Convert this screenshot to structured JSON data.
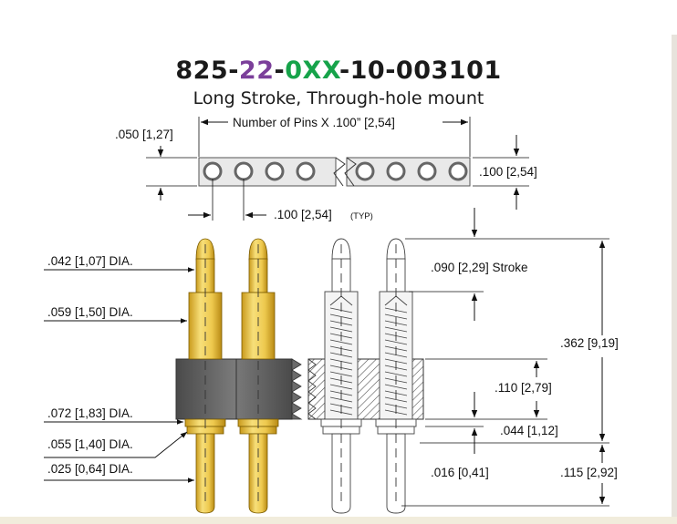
{
  "title": {
    "seg1": "825-",
    "seg2": "22",
    "seg3": "-",
    "seg4": "0XX",
    "seg5": "-10-003101",
    "seg2_color": "#7b3f9a",
    "seg4_color": "#16a34a",
    "subtitle": "Long Stroke, Through-hole mount"
  },
  "top_view": {
    "pin_spacing_label": "Number of Pins X .100” [2,54]",
    "edge_label": ".050 [1,27]",
    "height_label": ".100 [2,54]",
    "pitch_label": ".100 [2,54]",
    "pitch_typ": "(TYP)"
  },
  "side_view": {
    "tip_dia": ".042 [1,07] DIA.",
    "plunger_dia": ".059 [1,50] DIA.",
    "collar_dia": ".072 [1,83] DIA.",
    "tail_dia": ".055 [1,40] DIA.",
    "tail_end_dia": ".025 [0,64] DIA.",
    "stroke": ".090 [2,29] Stroke",
    "overall": ".362 [9,19]",
    "insulator": ".110 [2,79]",
    "standoff": ".044 [1,12]",
    "collar_thk": ".016 [0,41]",
    "tail_len": ".115 [2,92]"
  },
  "colors": {
    "gold": "#f2d25e",
    "gold_shade": "#d9ae28",
    "insulator": "#5d5d5d",
    "insulator_light": "#8a8a8a"
  }
}
